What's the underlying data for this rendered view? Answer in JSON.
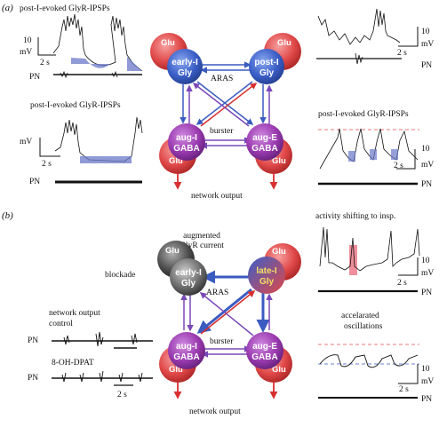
{
  "panel_a": {
    "label": "(a)",
    "title_top_left": "post-I-evoked GlyR-IPSPs",
    "title_bottom_left": "post-I-evoked GlyR-IPSPs",
    "title_bottom_right": "post-I-evoked GlyR-IPSPs",
    "scale_10": "10",
    "scale_mv": "mV",
    "scale_2s": "2 s",
    "pn": "PN",
    "nodes": {
      "early": [
        "early-I",
        "Gly"
      ],
      "post": [
        "post-I",
        "Gly"
      ],
      "augi": [
        "aug-I",
        "GABA"
      ],
      "auge": [
        "aug-E",
        "GABA"
      ]
    },
    "glu": "Glu",
    "aras": "ARAS",
    "burster": "burster",
    "network_output": "network output"
  },
  "panel_b": {
    "label": "(b)",
    "augmented": [
      "augmented",
      "GlyR current"
    ],
    "blockade": "blockade",
    "activity": "activity shifting to insp.",
    "accel": [
      "accelarated",
      "oscillations"
    ],
    "network_control": [
      "network output",
      "control"
    ],
    "drug": "8-OH-DPAT",
    "nodes": {
      "early": [
        "early-I",
        "Gly"
      ],
      "late": [
        "late-I",
        "Gly"
      ],
      "augi": [
        "aug-I",
        "GABA"
      ],
      "auge": [
        "aug-E",
        "GABA"
      ]
    },
    "glu": "Glu",
    "aras": "ARAS",
    "burster": "burster",
    "network_output": "network output",
    "scale_10": "10",
    "scale_mv": "mV",
    "scale_2s": "2 s",
    "pn": "PN"
  },
  "colors": {
    "blue_node": "#3b5fc8",
    "purple_node": "#9a3ab0",
    "glu_red": "#e04848",
    "arrow_blue": "#3a5bc0",
    "arrow_purple": "#7a48b8",
    "arrow_red": "#d83030",
    "ipsp_fill": "#6a78c8",
    "highlight_pink": "#e86a7a"
  }
}
